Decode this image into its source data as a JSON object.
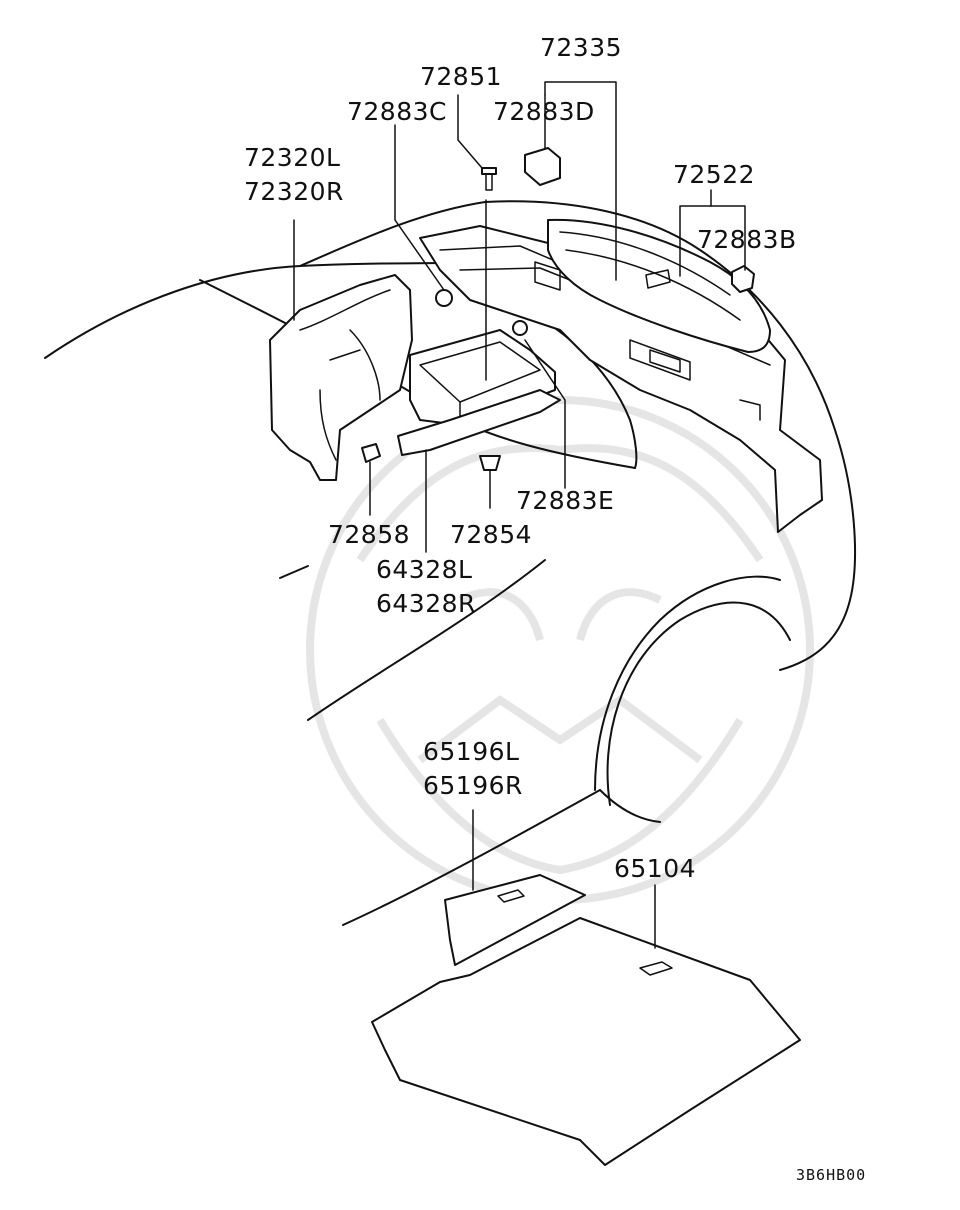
{
  "labels": {
    "p72335": "72335",
    "p72851": "72851",
    "p72883C": "72883C",
    "p72883D": "72883D",
    "p72320L": "72320L",
    "p72320R": "72320R",
    "p72522": "72522",
    "p72883B": "72883B",
    "p72858": "72858",
    "p72854": "72854",
    "p72883E": "72883E",
    "p64328L": "64328L",
    "p64328R": "64328R",
    "p65196L": "65196L",
    "p65196R": "65196R",
    "p65104": "65104"
  },
  "diagram_code": "3B6HB00",
  "colors": {
    "ink": "#111111",
    "watermark": "#d4d4d4",
    "background": "#ffffff"
  }
}
